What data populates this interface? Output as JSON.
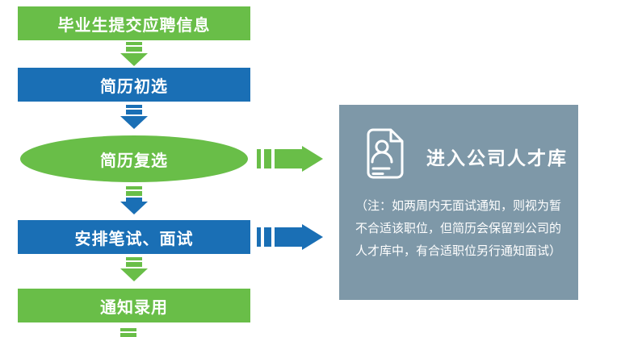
{
  "colors": {
    "green": "#69BE48",
    "blue": "#1A6FB5",
    "panel_bg": "#7E98A8",
    "text": "#FFFFFF"
  },
  "flowchart": {
    "steps": [
      {
        "label": "毕业生提交应聘信息",
        "shape": "rect",
        "color": "green"
      },
      {
        "label": "简历初选",
        "shape": "rect",
        "color": "blue"
      },
      {
        "label": "简历复选",
        "shape": "ellipse",
        "color": "green"
      },
      {
        "label": "安排笔试、面试",
        "shape": "rect",
        "color": "blue"
      },
      {
        "label": "通知录用",
        "shape": "rect",
        "color": "green"
      }
    ],
    "connectors": [
      {
        "from": "毕业生提交应聘信息",
        "to": "简历初选",
        "direction": "down",
        "color": "green",
        "style": "striped-arrow"
      },
      {
        "from": "简历初选",
        "to": "简历复选",
        "direction": "down",
        "color": "blue",
        "style": "striped-arrow"
      },
      {
        "from": "简历复选",
        "to": "安排笔试、面试",
        "direction": "down",
        "color": "green-blue",
        "style": "striped-arrow"
      },
      {
        "from": "安排笔试、面试",
        "to": "通知录用",
        "direction": "down",
        "color": "green",
        "style": "striped-arrow"
      },
      {
        "from": "简历复选",
        "to": "进入公司人才库",
        "direction": "right",
        "color": "green",
        "style": "striped-arrow"
      },
      {
        "from": "安排笔试、面试",
        "to": "进入公司人才库",
        "direction": "right",
        "color": "blue",
        "style": "striped-arrow"
      }
    ]
  },
  "talent_pool_panel": {
    "title": "进入公司人才库",
    "icon": "resume-document-icon",
    "note_lines": [
      "（注：如两周内无面试通知，则视为暂",
      "不合适该职位，但简历会保留到公司的",
      "人才库中，有合适职位另行通知面试）"
    ]
  }
}
